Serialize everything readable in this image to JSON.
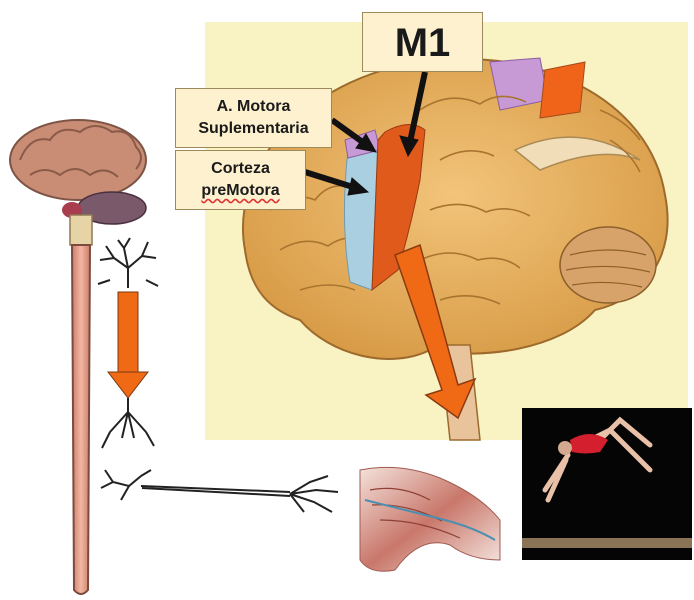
{
  "labels": {
    "m1": "M1",
    "sma_line1": "A. Motora",
    "sma_line2": "Suplementaria",
    "premotor_line1": "Corteza",
    "premotor_line2": "preMotora"
  },
  "colors": {
    "background_panel": "#f9f2c2",
    "brain": "#e9b15f",
    "motor_cortex": "#e05a1c",
    "premotor_cortex": "#a9cfe0",
    "supplementary_motor": "#c79ad6",
    "arrow": "#f06a16",
    "spinal_cord": "#e9a48f",
    "label_bg": "#fdf1cf"
  },
  "icons": [
    "brain-illustration",
    "spinal-cord-illustration",
    "neuron-icon",
    "motor-neuron-icon",
    "arm-muscle-image",
    "gymnast-photo"
  ]
}
